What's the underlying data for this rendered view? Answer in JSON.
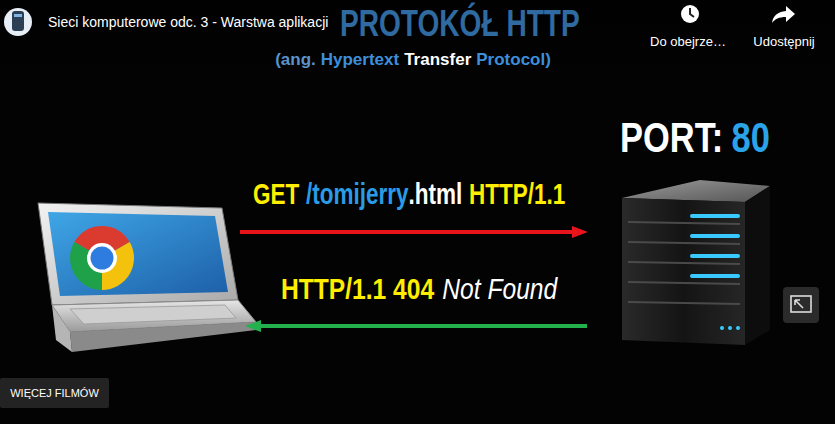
{
  "diagram": {
    "title": "PROTOKÓŁ HTTP",
    "nodes": [
      {
        "text": [
          "WIĘCEJ FILMÓW"
        ]
      }
    ],
    "labels": [
      "Sieci komputerowe odc. 3 - Warstwa aplikacji",
      "Do obejrze…",
      "Udostępnij",
      "(ang.",
      "Hypertext",
      "Transfer",
      "Protocol)",
      "PORT:",
      "80",
      "GET",
      "/tomijerry",
      ".html",
      "HTTP/1.1",
      "HTTP/1.1 404",
      "Not Found"
    ]
  }
}
